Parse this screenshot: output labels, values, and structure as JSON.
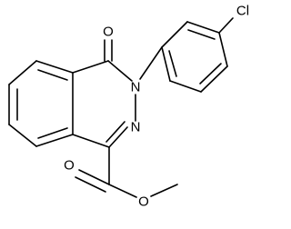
{
  "molecule": {
    "atoms": {
      "chlorine": "Cl",
      "ketone_oxygen": "O",
      "ring_nitrogen_upper": "N",
      "ring_nitrogen_lower": "N",
      "carbonyl_oxygen": "O",
      "ester_oxygen": "O"
    }
  }
}
